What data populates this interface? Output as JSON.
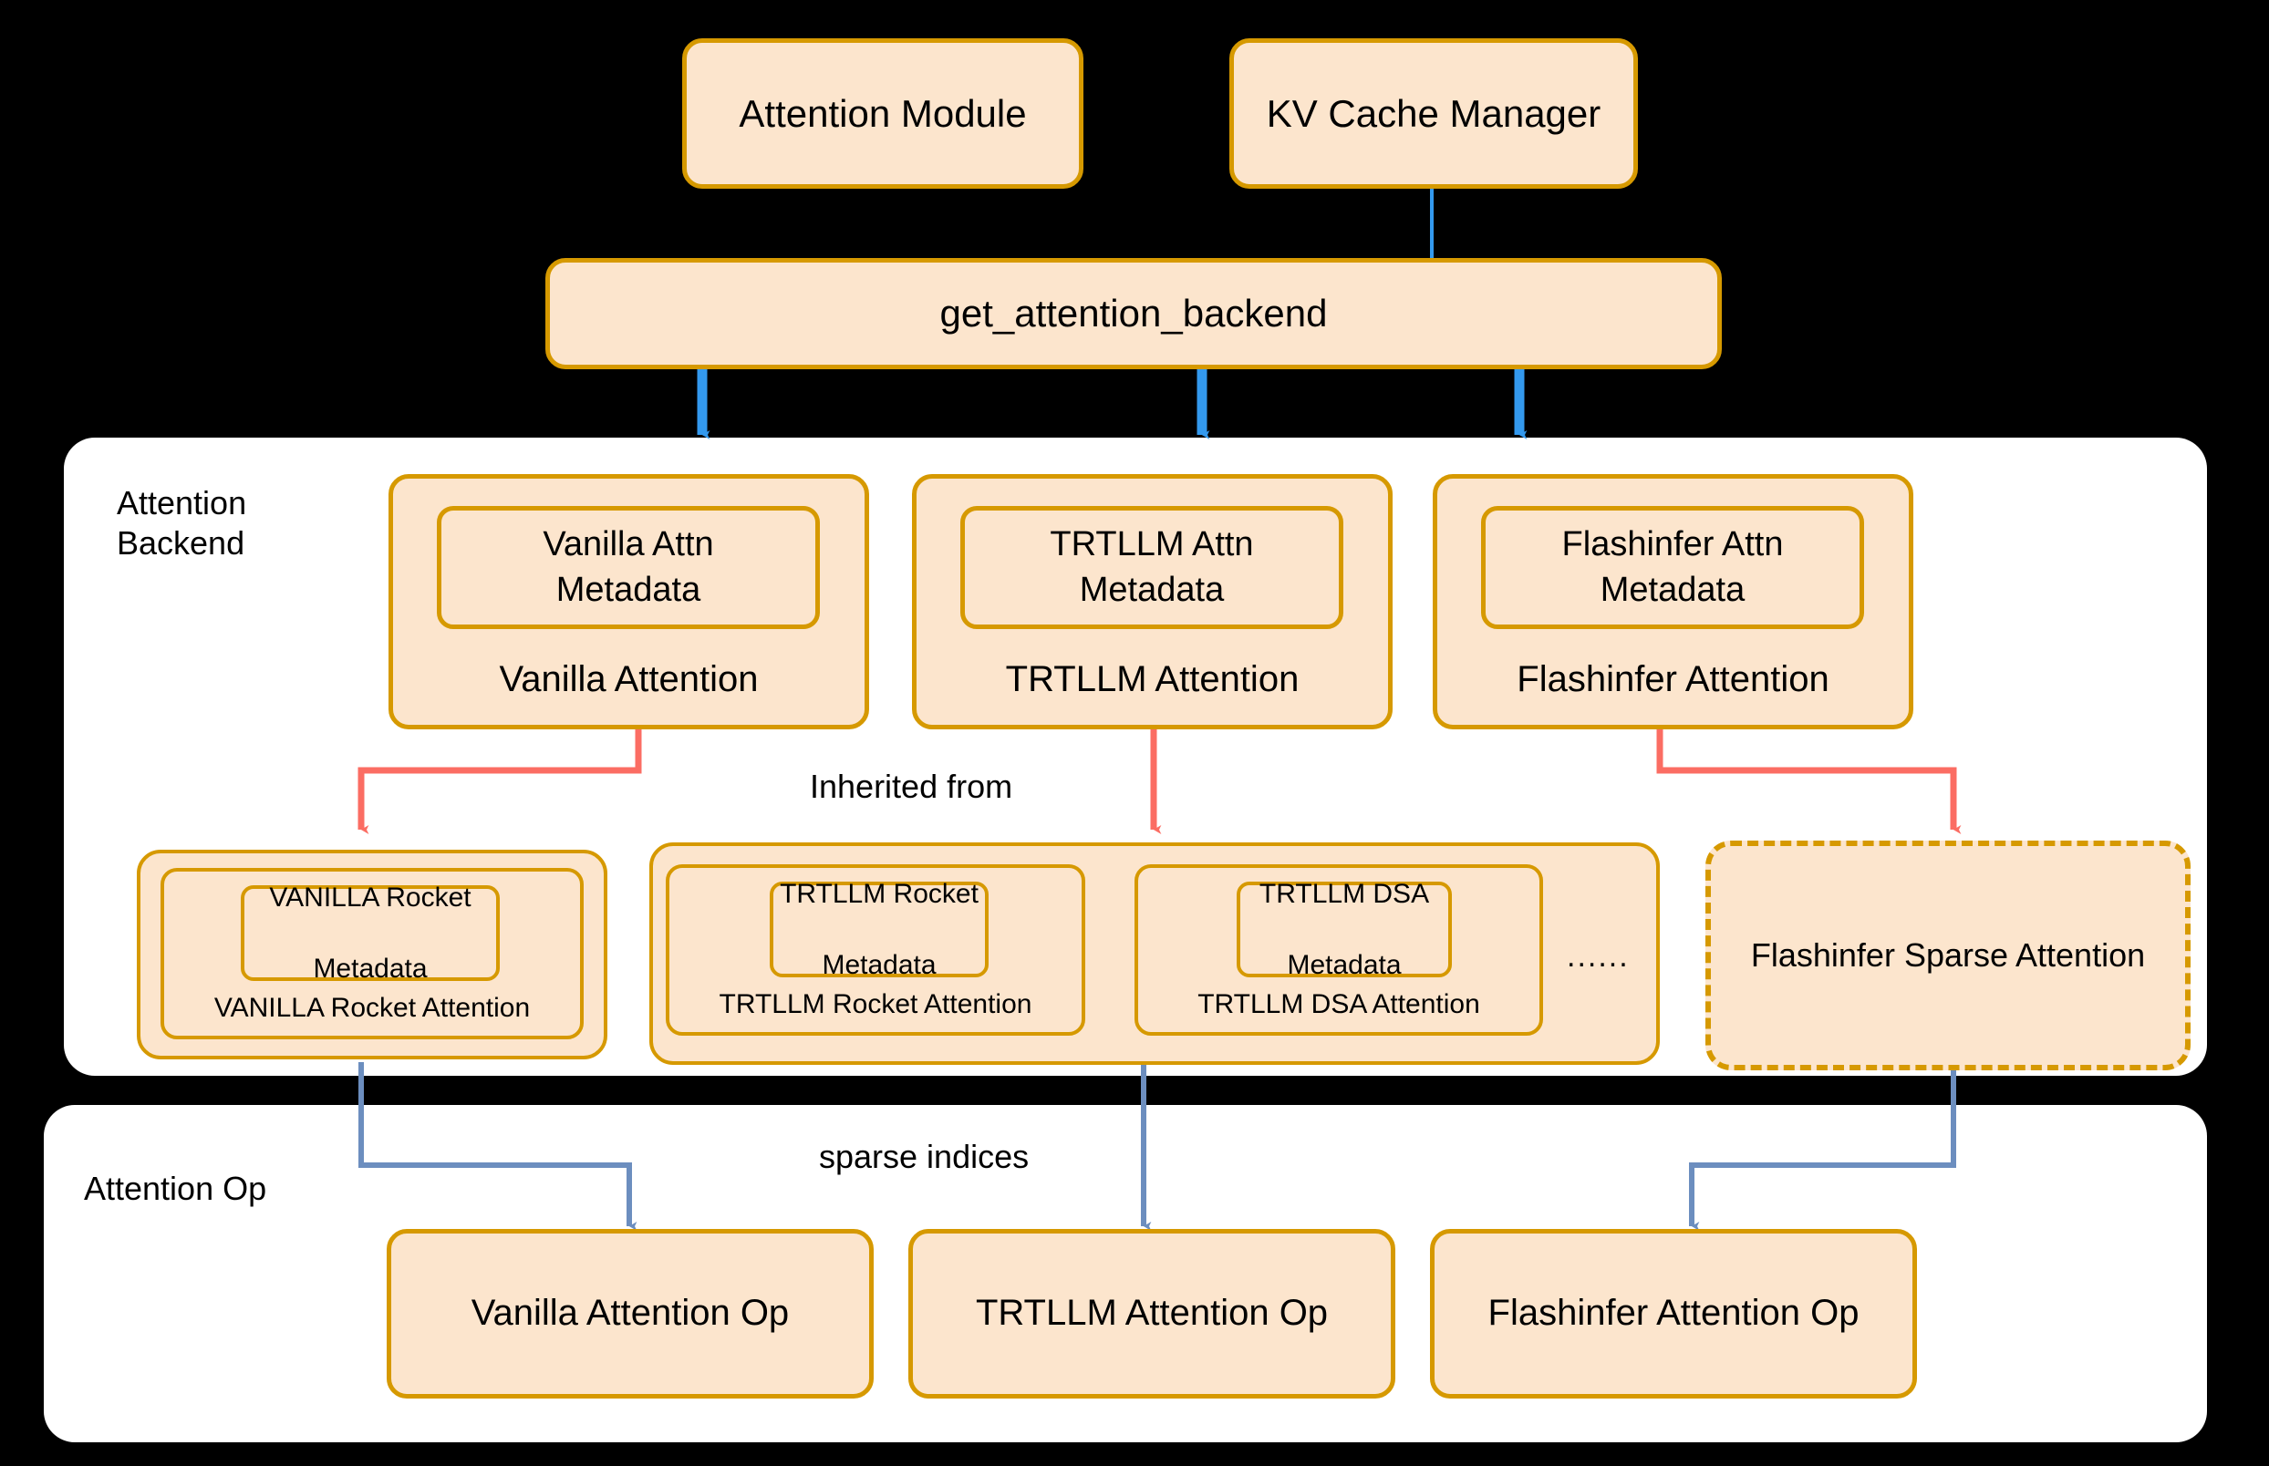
{
  "colors": {
    "node_fill": "#FCE5CD",
    "node_border": "#D69900",
    "section_bg": "#FFFFFF",
    "page_bg": "#000000",
    "arrow_blue": "#3399EE",
    "arrow_red": "#FB6D63",
    "arrow_steel": "#6C8EBF"
  },
  "top_row": {
    "attention_module": "Attention Module",
    "kv_cache_manager": "KV Cache Manager"
  },
  "dispatcher": {
    "label": "get_attention_backend"
  },
  "backend_section": {
    "label": "Attention\nBackend",
    "backends": [
      {
        "metadata": "Vanilla Attn\nMetadata",
        "title": "Vanilla Attention"
      },
      {
        "metadata": "TRTLLM Attn\nMetadata",
        "title": "TRTLLM Attention"
      },
      {
        "metadata": "Flashinfer Attn\nMetadata",
        "title": "Flashinfer Attention"
      }
    ],
    "inherited_label": "Inherited from",
    "sparse_groups": [
      {
        "name": "vanilla-sparse-group",
        "items": [
          {
            "metadata": "VANILLA Rocket\n\nMetadata",
            "title": "VANILLA Rocket Attention"
          }
        ],
        "ellipsis": ""
      },
      {
        "name": "trtllm-sparse-group",
        "items": [
          {
            "metadata": "TRTLLM Rocket\n\nMetadata",
            "title": "TRTLLM Rocket Attention"
          },
          {
            "metadata": "TRTLLM DSA\n\nMetadata",
            "title": "TRTLLM DSA Attention"
          }
        ],
        "ellipsis": "......"
      }
    ],
    "flashinfer_sparse": "Flashinfer Sparse Attention"
  },
  "op_section": {
    "label": "Attention Op",
    "sparse_indices_label": "sparse indices",
    "ops": [
      "Vanilla Attention Op",
      "TRTLLM Attention Op",
      "Flashinfer Attention Op"
    ]
  }
}
